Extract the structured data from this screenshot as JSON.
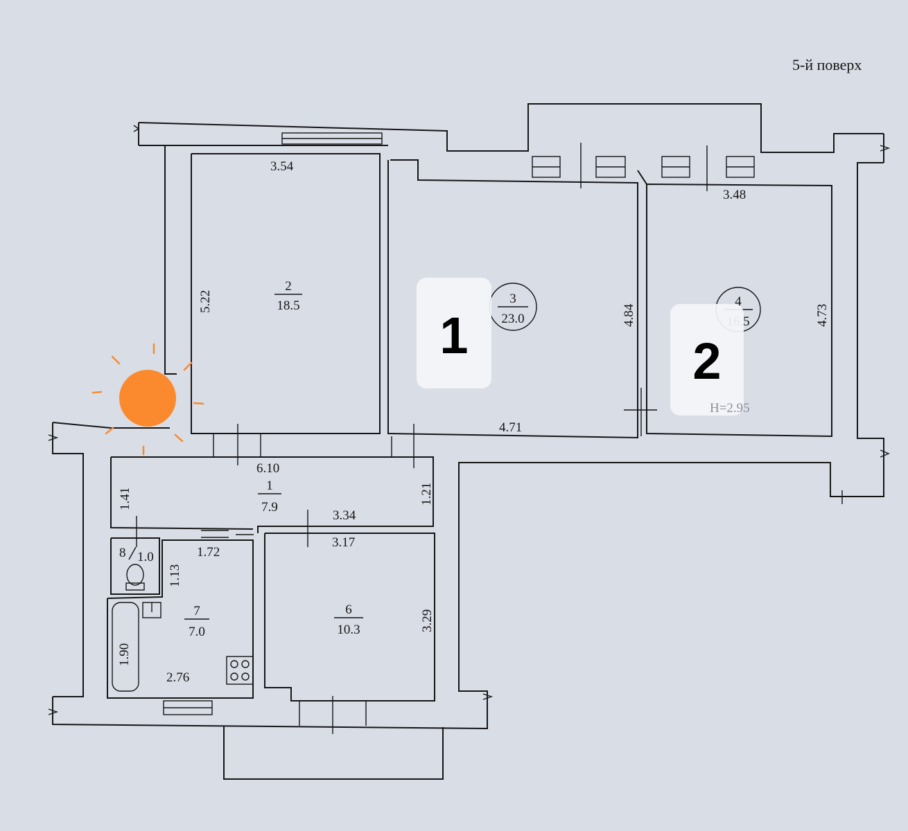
{
  "floor_label": "5-й поверх",
  "rooms": [
    {
      "number": "1",
      "area": "7.9"
    },
    {
      "number": "2",
      "area": "18.5"
    },
    {
      "number": "3",
      "area": "23.0"
    },
    {
      "number": "4",
      "area": "16.5"
    },
    {
      "number": "6",
      "area": "10.3"
    },
    {
      "number": "7",
      "area": "7.0"
    },
    {
      "number": "8",
      "area": "1.0"
    }
  ],
  "dimensions": {
    "d354": "3.54",
    "d522": "5.22",
    "d484": "4.84",
    "d471": "4.71",
    "d348": "3.48",
    "d473": "4.73",
    "d610": "6.10",
    "d141": "1.41",
    "d121": "1.21",
    "d334": "3.34",
    "d317": "3.17",
    "d172": "1.72",
    "d113": "1.13",
    "d329": "3.29",
    "d190": "1.90",
    "d276": "2.76"
  },
  "ceiling_height": "H=2.95",
  "markers": [
    {
      "label": "1"
    },
    {
      "label": "2"
    }
  ],
  "colors": {
    "sun": "#fb8a2e",
    "background": "#d9dde6",
    "line": "#151515"
  },
  "icons": [
    "sun-icon",
    "toilet-icon",
    "bathtub-icon",
    "stove-icon",
    "sink-icon"
  ]
}
